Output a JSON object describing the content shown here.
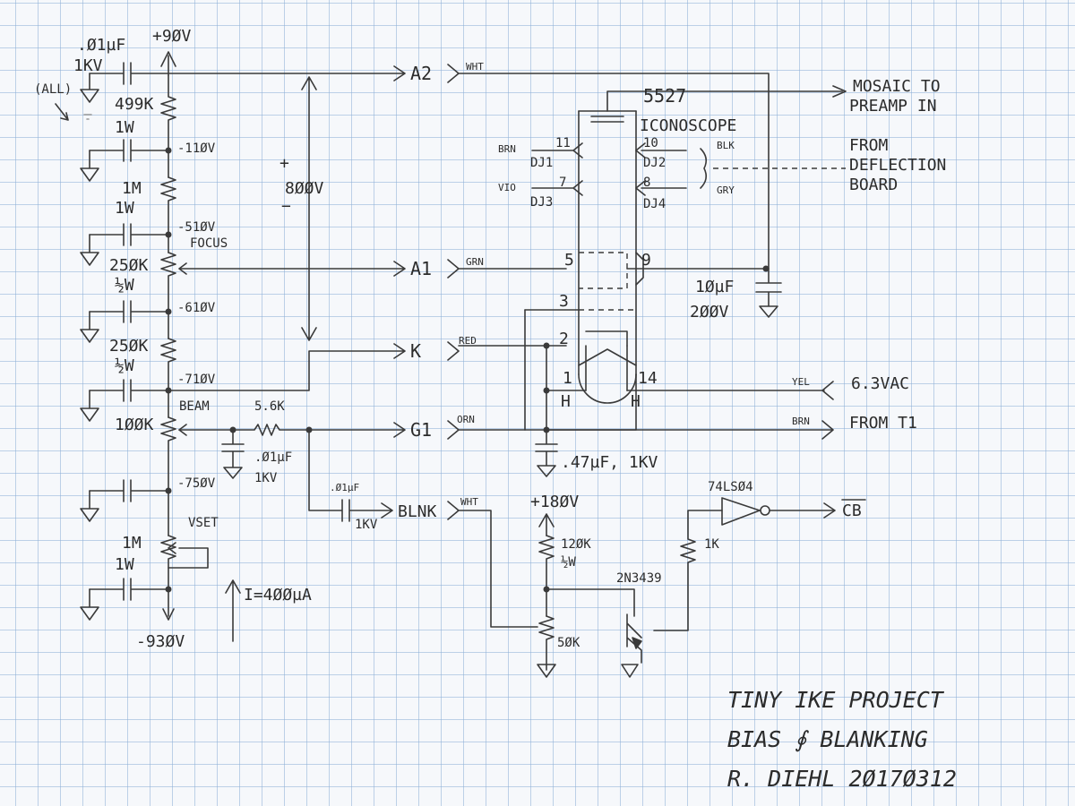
{
  "supply": {
    "plus90": "+9ØV",
    "bypass_cap": ".Ø1µF",
    "bypass_kv": "1KV",
    "all_note": "(ALL)",
    "r499": "499K",
    "r499_w": "1W",
    "tap110": "-11ØV",
    "r1m": "1M",
    "r1m_w": "1W",
    "tap510": "-51ØV",
    "focus": "FOCUS",
    "r250a": "25ØK",
    "r250a_w": "½W",
    "tap610": "-61ØV",
    "r250b": "25ØK",
    "r250b_w": "½W",
    "tap710": "-71ØV",
    "beam": "BEAM",
    "r100k": "1ØØK",
    "r5k6": "5.6K",
    "gcap": ".Ø1µF",
    "gcap_kv": "1KV",
    "tap750": "-75ØV",
    "vset": "VSET",
    "r1m2": "1M",
    "r1m2_w": "1W",
    "current": "I=4ØØµA",
    "minus930": "-93ØV",
    "span_plus": "+",
    "span_volts": "8ØØV",
    "span_minus": "−"
  },
  "connectors": {
    "a2": "A2",
    "a1": "A1",
    "k": "K",
    "g1": "G1",
    "blnk": "BLNK",
    "blnk_cap": ".Ø1µF",
    "blnk_kv": "1KV"
  },
  "wires": {
    "wht": "WHT",
    "grn": "GRN",
    "red": "RED",
    "orn": "ORN",
    "brn": "BRN",
    "vio": "VIO",
    "blk": "BLK",
    "gry": "GRY",
    "yel": "YEL",
    "brn2": "BRN",
    "wht2": "WHT"
  },
  "tube": {
    "type": "5527",
    "name": "ICONOSCOPE",
    "pin11": "11",
    "dj1": "DJ1",
    "pin7": "7",
    "dj3": "DJ3",
    "pin10": "10",
    "dj2": "DJ2",
    "pin8": "8",
    "dj4": "DJ4",
    "pin5": "5",
    "pin9": "9",
    "pin3": "3",
    "pin2": "2",
    "pin1": "1",
    "pin14": "14",
    "h1": "H",
    "h2": "H"
  },
  "external": {
    "mosaic1": "MOSAIC TO",
    "mosaic2": "PREAMP IN",
    "defl1": "FROM",
    "defl2": "DEFLECTION",
    "defl3": "BOARD",
    "cap10u": "1ØµF",
    "cap10u_v": "2ØØV",
    "heater": "6.3VAC",
    "fromt1": "FROM T1",
    "kcap": ".47µF, 1KV"
  },
  "blanking": {
    "plus180": "+18ØV",
    "r120k": "12ØK",
    "r120k_w": "½W",
    "transistor": "2N3439",
    "r50k": "5ØK",
    "gate": "74LSØ4",
    "r1k": "1K",
    "cb": "CB"
  },
  "title": {
    "line1": "TINY IKE PROJECT",
    "line2": "BIAS ∮ BLANKING",
    "line3": "R. DIEHL 2Ø17Ø312"
  }
}
